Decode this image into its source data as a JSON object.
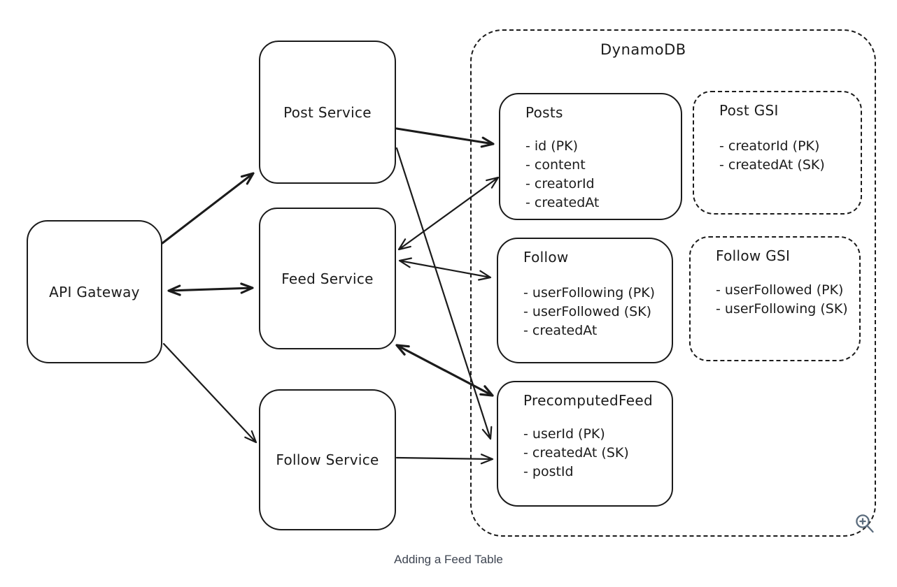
{
  "diagram": {
    "caption": "Adding a Feed Table",
    "container": {
      "label": "DynamoDB"
    },
    "nodes": {
      "api_gateway": {
        "label": "API Gateway"
      },
      "post_service": {
        "label": "Post Service"
      },
      "feed_service": {
        "label": "Feed Service"
      },
      "follow_service": {
        "label": "Follow Service"
      },
      "posts": {
        "title": "Posts",
        "attrs": [
          "- id (PK)",
          "- content",
          "- creatorId",
          "- createdAt"
        ]
      },
      "post_gsi": {
        "title": "Post GSI",
        "attrs": [
          "- creatorId (PK)",
          "- createdAt (SK)"
        ]
      },
      "follow": {
        "title": "Follow",
        "attrs": [
          "- userFollowing (PK)",
          "- userFollowed (SK)",
          "- createdAt"
        ]
      },
      "follow_gsi": {
        "title": "Follow GSI",
        "attrs": [
          "- userFollowed (PK)",
          "- userFollowing (SK)"
        ]
      },
      "precomputed_feed": {
        "title": "PrecomputedFeed",
        "attrs": [
          "- userId (PK)",
          "- createdAt (SK)",
          "- postId"
        ]
      }
    },
    "connections": [
      {
        "from": "API Gateway",
        "to": "Post Service",
        "bidirectional": false
      },
      {
        "from": "API Gateway",
        "to": "Feed Service",
        "bidirectional": true
      },
      {
        "from": "API Gateway",
        "to": "Follow Service",
        "bidirectional": false
      },
      {
        "from": "Post Service",
        "to": "Posts",
        "bidirectional": false
      },
      {
        "from": "Post Service",
        "to": "PrecomputedFeed",
        "bidirectional": false
      },
      {
        "from": "Feed Service",
        "to": "Posts",
        "bidirectional": true
      },
      {
        "from": "Feed Service",
        "to": "Follow",
        "bidirectional": true
      },
      {
        "from": "Feed Service",
        "to": "PrecomputedFeed",
        "bidirectional": true
      },
      {
        "from": "Follow Service",
        "to": "PrecomputedFeed",
        "bidirectional": false
      }
    ],
    "icons": {
      "zoom_in": "magnifier-plus"
    },
    "colors": {
      "stroke": "#1b1b1b",
      "caption_text": "#3d4451",
      "icon": "#5b6c7d",
      "background": "#ffffff"
    }
  }
}
